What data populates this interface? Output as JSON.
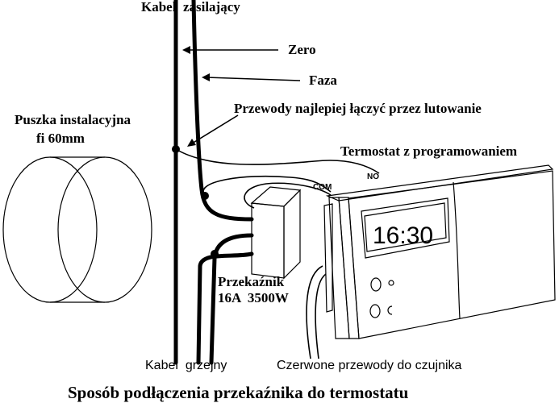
{
  "labels": {
    "supply_cable": "Kabel  zasilający",
    "zero": "Zero",
    "phase": "Faza",
    "solder_note": "Przewody najlepiej łączyć przez lutowanie",
    "box_line1": "Puszka instalacyjna",
    "box_line2": "fi 60mm",
    "thermostat": "Termostat z programowaniem",
    "no": "NO",
    "com": "COM",
    "relay_line1": "Przekaźnik",
    "relay_line2": "16A  3500W",
    "heating_cable": "Kabel  grzejny",
    "sensor_wires": "Czerwone przewody do czujnika",
    "title": "Sposób podłączenia przekaźnika do termostatu"
  },
  "thermostat_display": "16:30",
  "icons": [
    "sun-icon",
    "moon-icon"
  ]
}
